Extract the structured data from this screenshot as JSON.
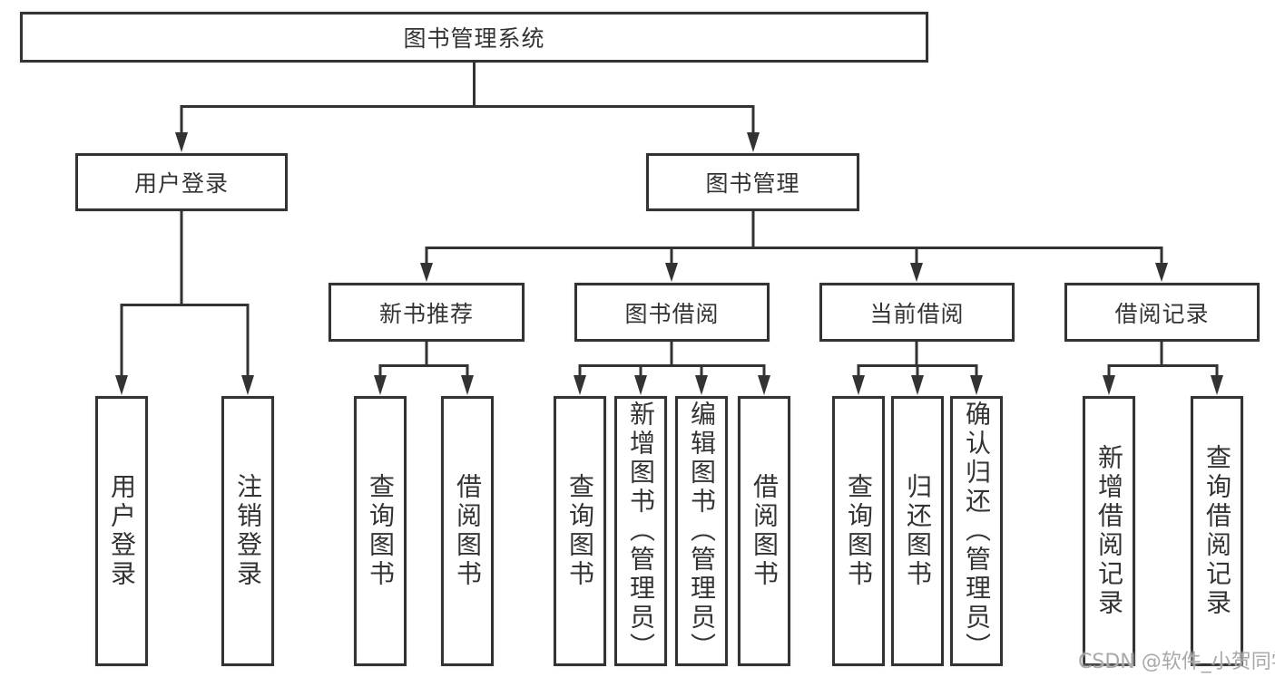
{
  "colors": {
    "line": "#333333",
    "text": "#333333",
    "box_bg": "#ffffff",
    "watermark": "#a9a9a9",
    "background": "#ffffff"
  },
  "watermark": "CSDN @软件_小贺同学",
  "nodes": {
    "root": {
      "label": "图书管理系统"
    },
    "branches": [
      {
        "label": "用户登录"
      },
      {
        "label": "图书管理"
      }
    ],
    "sections": [
      {
        "label": "新书推荐",
        "parent": "图书管理"
      },
      {
        "label": "图书借阅",
        "parent": "图书管理"
      },
      {
        "label": "当前借阅",
        "parent": "图书管理"
      },
      {
        "label": "借阅记录",
        "parent": "图书管理"
      }
    ],
    "leaves": [
      {
        "label": "用户登录",
        "parent": "用户登录"
      },
      {
        "label": "注销登录",
        "parent": "用户登录"
      },
      {
        "label": "查询图书",
        "parent": "新书推荐"
      },
      {
        "label": "借阅图书",
        "parent": "新书推荐"
      },
      {
        "label": "查询图书",
        "parent": "图书借阅"
      },
      {
        "label": "新增图书（管理员）",
        "parent": "图书借阅"
      },
      {
        "label": "编辑图书（管理员）",
        "parent": "图书借阅"
      },
      {
        "label": "借阅图书",
        "parent": "图书借阅"
      },
      {
        "label": "查询图书",
        "parent": "当前借阅"
      },
      {
        "label": "归还图书",
        "parent": "当前借阅"
      },
      {
        "label": "确认归还（管理员）",
        "parent": "当前借阅"
      },
      {
        "label": "新增借阅记录",
        "parent": "借阅记录"
      },
      {
        "label": "查询借阅记录",
        "parent": "借阅记录"
      }
    ]
  }
}
